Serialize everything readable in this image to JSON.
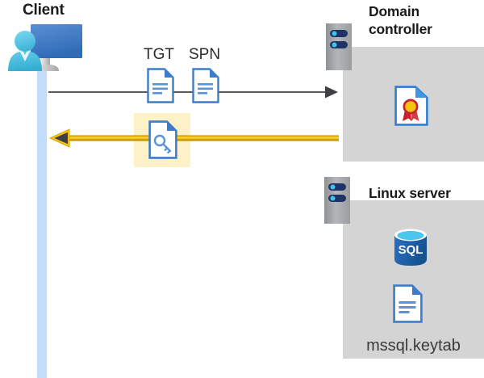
{
  "diagram": {
    "type": "sequence-diagram",
    "title_nodes": {
      "client": "Client",
      "domain_controller_line1": "Domain",
      "domain_controller_line2": "controller",
      "linux_server": "Linux server"
    },
    "messages": {
      "request_labels": [
        "TGT",
        "SPN"
      ],
      "request_direction": "client-to-domain-controller",
      "response_direction": "domain-controller-to-client",
      "response_highlighted": true
    },
    "artifacts": {
      "keytab_filename": "mssql.keytab",
      "sql_label": "SQL"
    },
    "icons": {
      "client": "user-with-monitor-icon",
      "server": "server-rack-icon",
      "tgt": "document-icon",
      "spn": "document-icon",
      "ticket": "document-with-key-icon",
      "certificate": "certificate-document-icon",
      "database": "sql-database-icon",
      "keytab": "document-icon"
    },
    "colors": {
      "panel_gray": "#d4d4d4",
      "lifeline_blue": "#c3dcfb",
      "highlight_yellow": "#fdf2c7",
      "arrow_yellow": "#f5c518",
      "arrow_gray": "#59595e",
      "doc_blue": "#3d7cc9",
      "sql_blue": "#1f5fa9",
      "cert_gold": "#f2c40f",
      "cert_red": "#c8202c",
      "text_dark": "#1b1b1b"
    }
  }
}
